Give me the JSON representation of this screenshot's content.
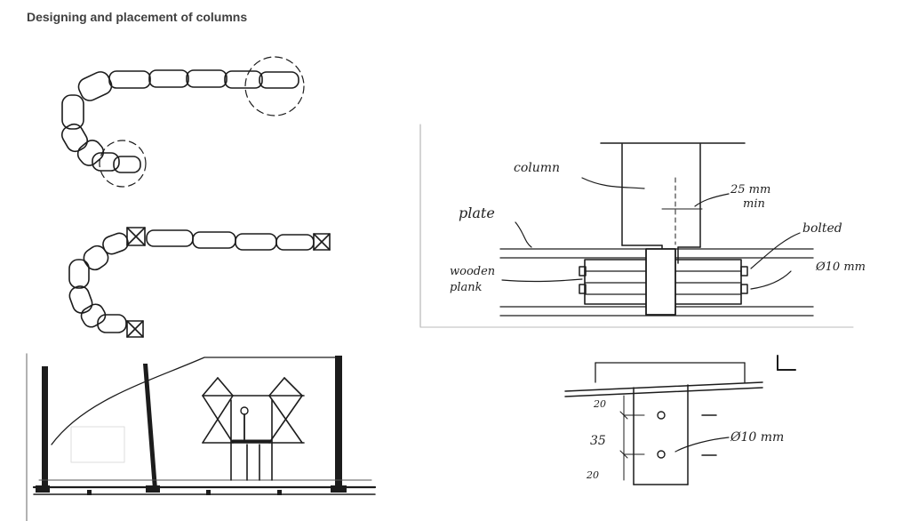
{
  "title": "Designing and placement of columns",
  "labels": {
    "column": "column",
    "gap": "25 mm",
    "gap_min": "min",
    "plate": "plate",
    "bolted": "bolted",
    "bolt_dia": "Ø10 mm",
    "wooden": "wooden",
    "plank": "plank",
    "section_mark": "L",
    "dim_top": "20",
    "dim_mid": "35",
    "dim_bottom": "20",
    "bolt_dia_2": "Ø10 mm"
  },
  "colors": {
    "ink": "#1c1c1c",
    "title": "#404040",
    "paper": "#ffffff"
  }
}
